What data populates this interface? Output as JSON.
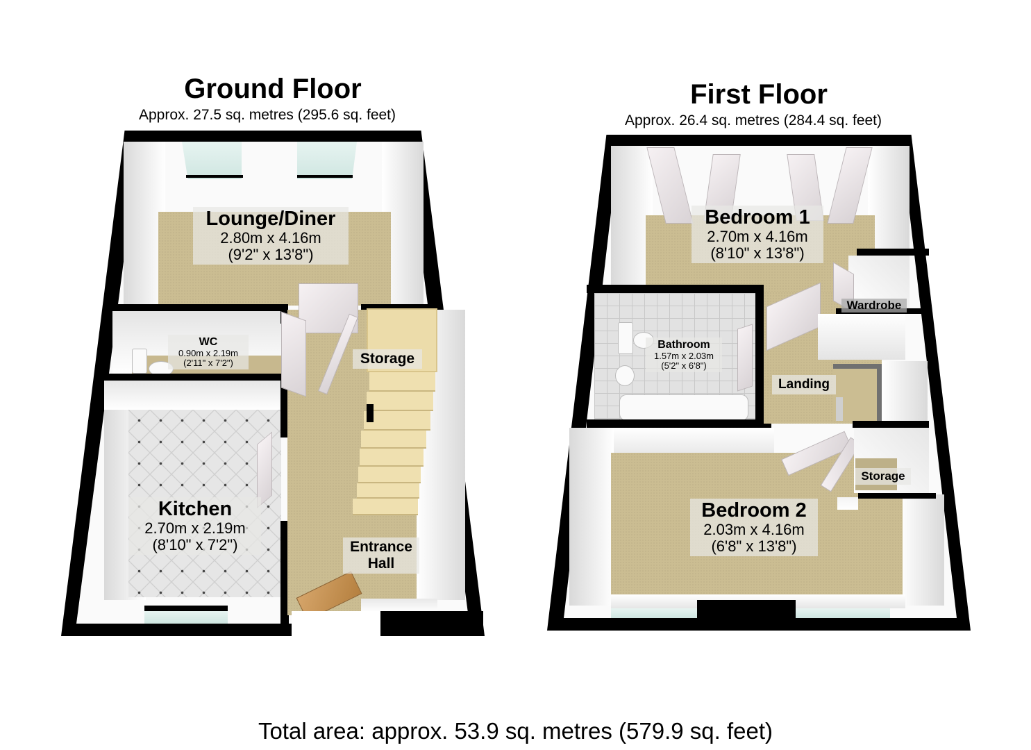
{
  "ground_floor": {
    "title": "Ground Floor",
    "area": "Approx. 27.5 sq. metres (295.6 sq. feet)",
    "rooms": [
      {
        "name": "Lounge/Diner",
        "metric": "2.80m x 4.16m",
        "imperial": "(9'2\" x 13'8\")"
      },
      {
        "name": "WC",
        "metric": "0.90m x 2.19m",
        "imperial": "(2'11\" x 7'2\")"
      },
      {
        "name": "Storage"
      },
      {
        "name": "Kitchen",
        "metric": "2.70m x 2.19m",
        "imperial": "(8'10\" x 7'2\")"
      },
      {
        "name": "Entrance",
        "name2": "Hall"
      }
    ]
  },
  "first_floor": {
    "title": "First Floor",
    "area": "Approx. 26.4 sq. metres (284.4 sq. feet)",
    "rooms": [
      {
        "name": "Bedroom 1",
        "metric": "2.70m x 4.16m",
        "imperial": "(8'10\" x 13'8\")"
      },
      {
        "name": "Wardrobe"
      },
      {
        "name": "Bathroom",
        "metric": "1.57m x 2.03m",
        "imperial": "(5'2\" x 6'8\")"
      },
      {
        "name": "Landing"
      },
      {
        "name": "Storage"
      },
      {
        "name": "Bedroom 2",
        "metric": "2.03m x 4.16m",
        "imperial": "(6'8\" x 13'8\")"
      }
    ]
  },
  "total_area": "Total area: approx. 53.9 sq. metres (579.9 sq. feet)",
  "colors": {
    "wall": "#000000",
    "carpet": "#cbbd92",
    "window_glass": "#d8ece8",
    "stairs": "#ecdcaa",
    "label_bg": "#e8e8e4"
  }
}
